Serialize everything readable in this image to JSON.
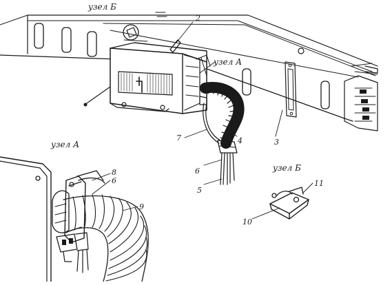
{
  "callouts": {
    "node_b_top": "узел Б",
    "node_a_main": "узел А",
    "node_a_detail": "узел А",
    "node_b_detail": "узел Б"
  },
  "numbers": {
    "n2": "2",
    "n3": "3",
    "n4": "4",
    "n5": "5",
    "n6": "6",
    "n6b": "6",
    "n7": "7",
    "n8": "8",
    "n9": "9",
    "n10": "10",
    "n11": "11"
  },
  "colors": {
    "ink": "#1a1a1a",
    "paper": "#ffffff"
  }
}
